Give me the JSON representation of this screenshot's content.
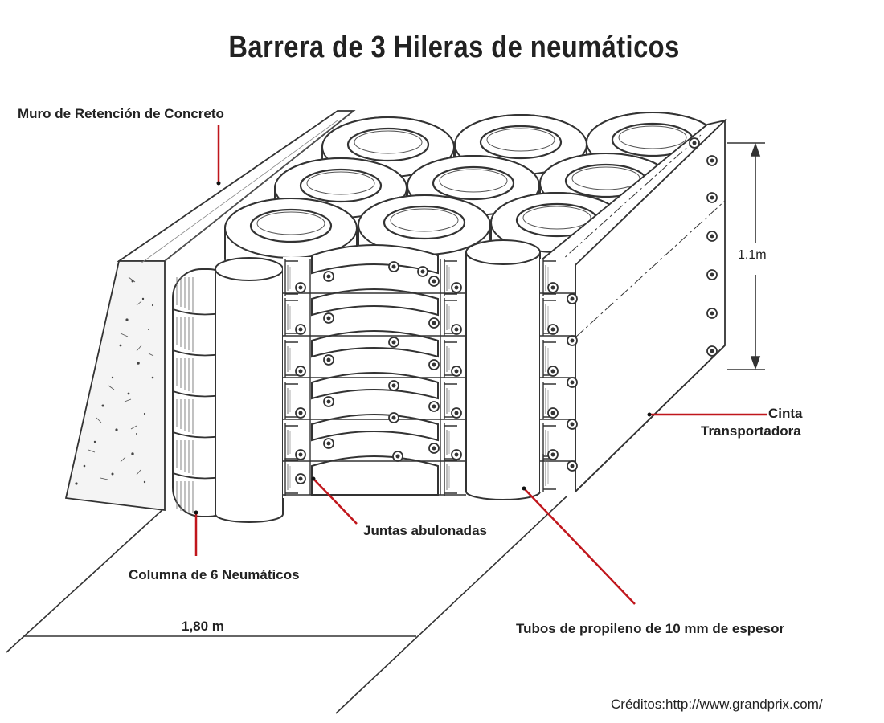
{
  "title": "Barrera de 3 Hileras de neumáticos",
  "labels": {
    "wall": "Muro de Retención de Concreto",
    "height": "1.1m",
    "belt_line1": "Cinta",
    "belt_line2": "Transportadora",
    "joints": "Juntas abulonadas",
    "column": "Columna de 6 Neumáticos",
    "width": "1,80 m",
    "tubes": "Tubos de propileno de 10 mm de espesor"
  },
  "credit": "Créditos:http://www.grandprix.com/",
  "colors": {
    "leader": "#c0161c",
    "ink": "#222222"
  }
}
